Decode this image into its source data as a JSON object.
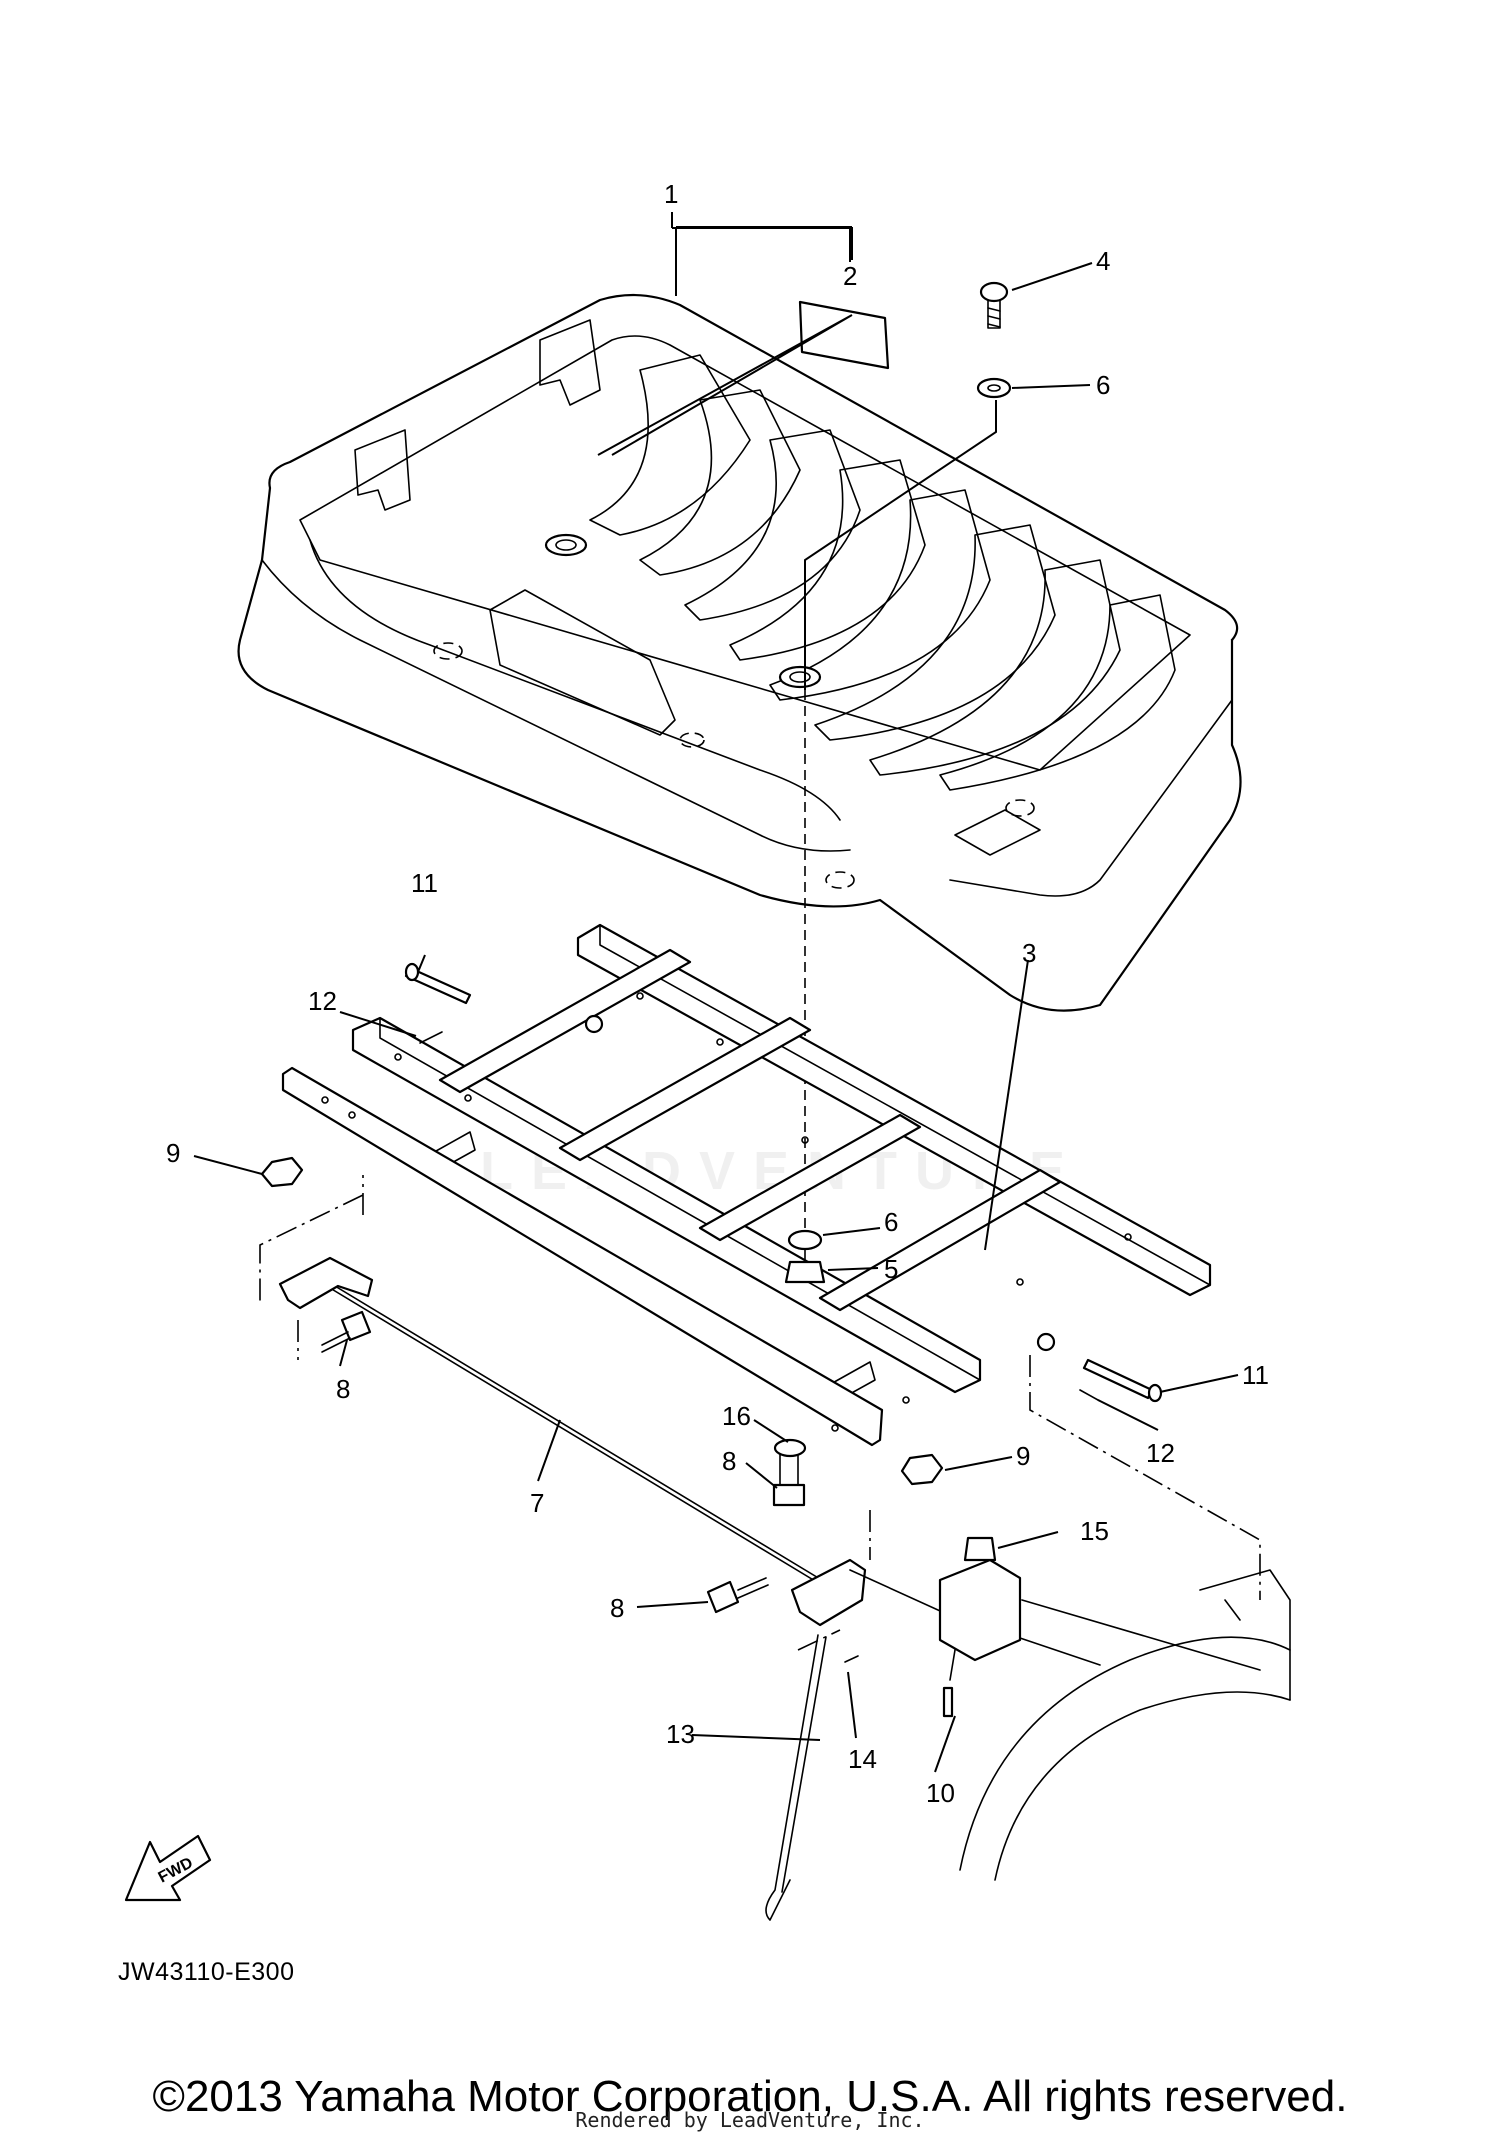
{
  "diagram_code": "JW43110-E300",
  "fwd_label": "FWD",
  "watermark_text": "LEADVENTURE",
  "copyright": "©2013 Yamaha Motor Corporation, U.S.A. All rights reserved.",
  "rendered_by": "Rendered by LeadVenture, Inc.",
  "callouts": {
    "c1": "1",
    "c2": "2",
    "c3": "3",
    "c4": "4",
    "c5": "5",
    "c6a": "6",
    "c6b": "6",
    "c7": "7",
    "c8a": "8",
    "c8b": "8",
    "c8c": "8",
    "c9a": "9",
    "c9b": "9",
    "c10": "10",
    "c11a": "11",
    "c11b": "11",
    "c12a": "12",
    "c12b": "12",
    "c13": "13",
    "c14": "14",
    "c15": "15",
    "c16": "16"
  }
}
